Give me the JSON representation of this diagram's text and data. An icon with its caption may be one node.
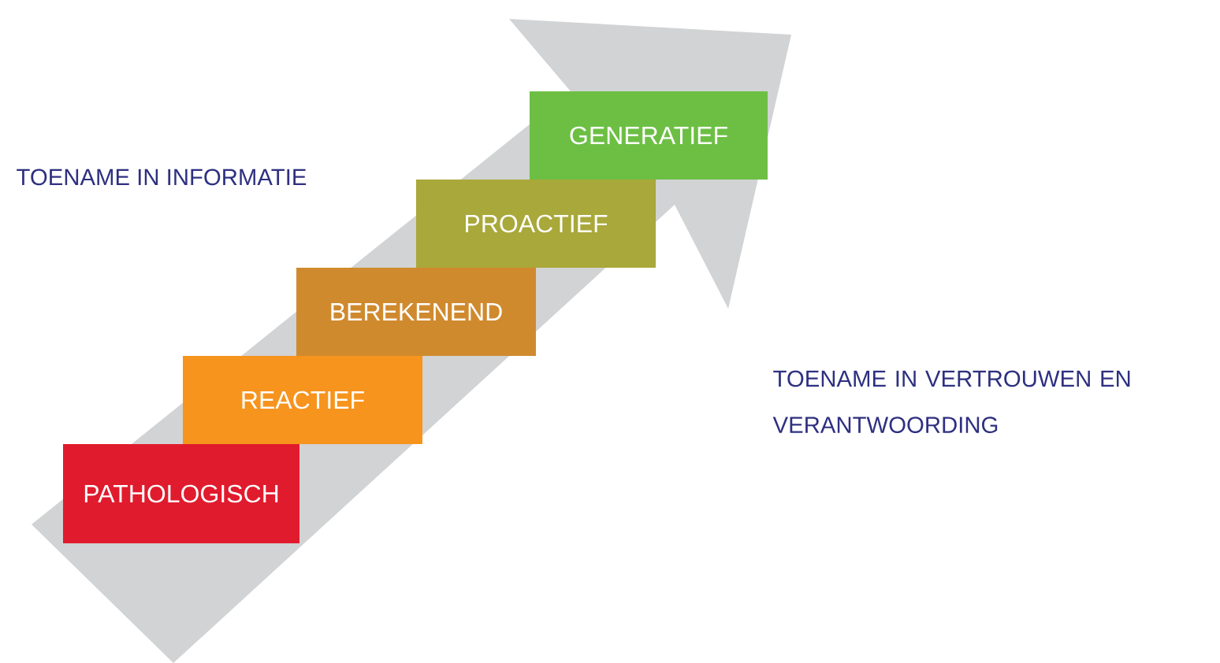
{
  "diagram": {
    "nodes": [
      {
        "text": [
          "PATHOLOGISCH"
        ]
      },
      {
        "text": [
          "REACTIEF"
        ]
      },
      {
        "text": [
          "BEREKENEND"
        ]
      },
      {
        "text": [
          "PROACTIEF"
        ]
      },
      {
        "text": [
          "GENERATIEF"
        ]
      }
    ],
    "labels": [
      "TOENAME IN INFORMATIE",
      "TOENAME IN VERTROUWEN EN VERANTWOORDING"
    ]
  }
}
